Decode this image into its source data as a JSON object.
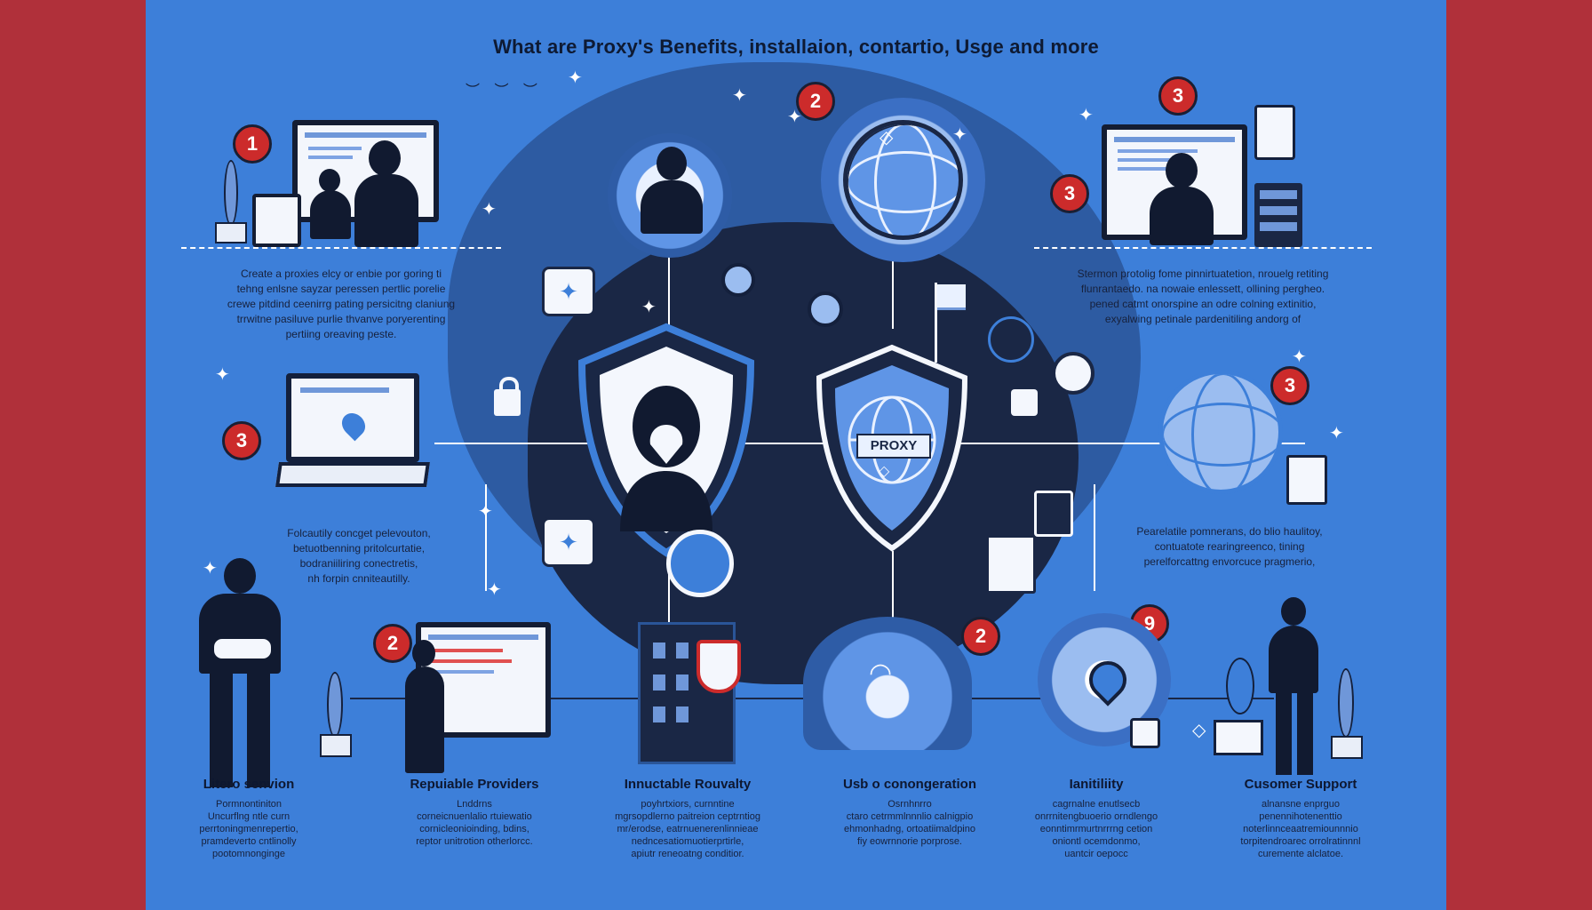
{
  "title": "What are Proxy's Benefits, installaion, contartio, Usge and more",
  "badges": [
    "1",
    "2",
    "3",
    "3",
    "3",
    "3",
    "2",
    "2",
    "9"
  ],
  "shield_label": "PROXY",
  "blurbs": {
    "top_left": [
      "Create a proxies elcy or enbie por goring ti",
      "tehng enlsne sayzar peressen pertlic porelie",
      "crewe pitdind ceenirrg pating persicitng claniung",
      "trrwitne pasiluve purlie thvanve poryerenting",
      "pertiing oreaving peste."
    ],
    "top_right": [
      "Stermon protolig fome pinnirtuatetion, nrouelg retiting",
      "flunrantaedo. na nowaie enlessett, ollining pergheo.",
      "pened catmt onorspine an odre colning extinitio,",
      "exyalwing petinale pardenitiling andorg of"
    ],
    "mid_left": [
      "Folcautily concget pelevouton,",
      "betuotbenning pritolcurtatie,",
      "bodraniiliring conectretis,",
      "nh forpin cnniteautilly."
    ],
    "mid_right": [
      "Pearelatile pomnerans, do blio haulitoy,",
      "contuatote rearingreenco, tining",
      "perelforcattng envorcuce pragmerio,"
    ]
  },
  "sections": [
    {
      "title": "Litero senvion",
      "body": [
        "Pormnontiniton",
        "Uncurflng ntle curn",
        "perrtoningmenrepertio,",
        "pramdeverto cntlinolly",
        "pootomnonginge"
      ]
    },
    {
      "title": "Repuiable Providers",
      "body": [
        "Lnddrns",
        "corneicnuenlalio rtuiewatio",
        "cornicleonioinding, bdins,",
        "reptor unitrotion otherlorcc."
      ]
    },
    {
      "title": "Innuctable Rouvalty",
      "body": [
        "poyhrtxiors, curnntine",
        "mgrsopdlerno paitreion ceptrntiog",
        "mr/erodse, eatrnuenerenlinnieae",
        "nedncesatiomuotierprtirle,",
        "apiutr reneoatng conditior."
      ]
    },
    {
      "title": "Usb o conongeration",
      "body": [
        "Osrnhnrro",
        "ctaro cetrmmlnnnlio calnigpio",
        "ehmonhadng, ortoatiimaldpino",
        "fiy eowrnnorie porprose."
      ]
    },
    {
      "title": "Ianitiliity",
      "body": [
        "cagrnalne enutlsecb",
        "onrrnitengbuoerio orndlengo",
        "eonntimrmurtnrrrng cetion",
        "oniontl ocemdonmo,",
        "uantcir oepocc"
      ]
    },
    {
      "title": "Cusomer Support",
      "body": [
        "alnansne enprguo",
        "penennihotenenttio",
        "noterlinnceaatremiounnnio",
        "torpitendroarec orrolratinnnl",
        "curemente alclatoe."
      ]
    }
  ],
  "colors": {
    "frame": "#b0303a",
    "stage": "#3d7fd9",
    "core": "#1a2745",
    "accent_red": "#cc2b2b"
  }
}
